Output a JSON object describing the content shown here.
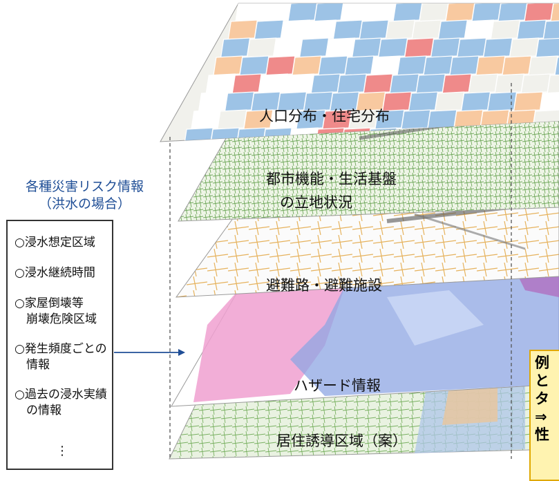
{
  "risk_panel": {
    "title_line1": "各種災害リスク情報",
    "title_line2": "（洪水の場合）",
    "items": [
      {
        "text": "○浸水想定区域"
      },
      {
        "text": "○浸水継続時間"
      },
      {
        "text": "○家屋倒壊等"
      },
      {
        "text": "崩壊危険区域"
      },
      {
        "text": "○発生頻度ごとの"
      },
      {
        "text": "情報"
      },
      {
        "text": "○過去の浸水実績"
      },
      {
        "text": "の情報"
      }
    ],
    "more": "⋮"
  },
  "layers": [
    {
      "label": "人口分布・住宅分布",
      "theme": "grid"
    },
    {
      "label": "都市機能・生活基盤",
      "label2": "の立地状況",
      "theme": "green"
    },
    {
      "label": "避難路・避難施設",
      "theme": "roads"
    },
    {
      "label": "ハザード情報",
      "theme": "hazard"
    },
    {
      "label": "居住誘導区域（案）",
      "theme": "map"
    }
  ],
  "note": {
    "lines": [
      "例",
      "と",
      "タ",
      "⇒",
      "性"
    ]
  },
  "colors": {
    "title": "#1f4e96",
    "grid_blue": "#9dc3e6",
    "grid_red": "#ef8a8a",
    "grid_orange": "#f8c9a0",
    "green": "#6fa85a",
    "hazard_blue": "#8ea6e3",
    "hazard_pink": "#f0a0d0",
    "note_bg": "#fff3b0"
  }
}
